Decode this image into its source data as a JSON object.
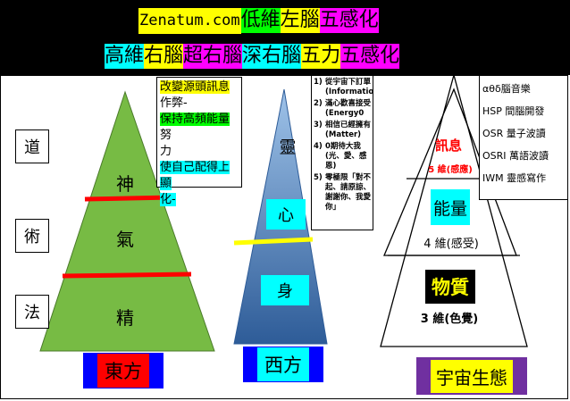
{
  "header": {
    "line1": [
      {
        "text": "Zenatum.com",
        "bg": "#ffff00",
        "mono": true
      },
      {
        "text": "低維",
        "bg": "#00ff00"
      },
      {
        "text": "左腦",
        "bg": "#ffff00"
      },
      {
        "text": "五感化",
        "bg": "#ff00ff"
      }
    ],
    "line2": [
      {
        "text": "高維",
        "bg": "#00ffff"
      },
      {
        "text": "右腦",
        "bg": "#ffff00"
      },
      {
        "text": "超右腦",
        "bg": "#ff00ff"
      },
      {
        "text": "深右腦",
        "bg": "#00ffff"
      },
      {
        "text": "五力",
        "bg": "#ffff00"
      },
      {
        "text": "五感化",
        "bg": "#ff00ff"
      }
    ]
  },
  "east": {
    "side": [
      "道",
      "術",
      "法"
    ],
    "levels": [
      "神",
      "氣",
      "精"
    ],
    "label": "東方",
    "color": "#77bb44",
    "note": {
      "line1": "改變源頭訊息",
      "line2": "作弊-",
      "line3a": "保持高頻能量",
      "line3b": "努",
      "line4": "力",
      "line5": "使自己配得上顯",
      "line6": "化-"
    }
  },
  "west": {
    "levels": [
      "靈",
      "心",
      "身"
    ],
    "label": "西方",
    "color": "#4f81bd",
    "list": [
      {
        "num": "1)",
        "lines": [
          "從宇宙下訂單",
          "(Information)"
        ]
      },
      {
        "num": "2)",
        "lines": [
          "滿心歡喜接受",
          "(Energy0"
        ]
      },
      {
        "num": "3)",
        "lines": [
          "相信已經擁有",
          "(Matter)"
        ]
      },
      {
        "num": "4)",
        "lines": [
          "0期待大我",
          "(光、愛、感恩)"
        ]
      },
      {
        "num": "5)",
        "lines": [
          "零極限「對不",
          "起、請原諒、",
          "謝謝你、我愛",
          "你」"
        ]
      }
    ]
  },
  "cosmos": {
    "info_label": "訊息",
    "info_dim": "5 維(感應)",
    "energy_label": "能量",
    "energy_dim": "4 維(感受)",
    "matter_label": "物質",
    "matter_dim": "3 維(色覺)",
    "label": "宇宙生態",
    "tools": [
      "αθδ腦音樂",
      "HSP 間腦開發",
      "OSR 量子波讀",
      "OSRI 萬語波讀",
      "IWM 靈感寫作"
    ]
  },
  "colors": {
    "red": "#ff0000",
    "yellow": "#ffff00",
    "cyan": "#00ffff",
    "green": "#00ff00",
    "purple": "#7030a0"
  }
}
